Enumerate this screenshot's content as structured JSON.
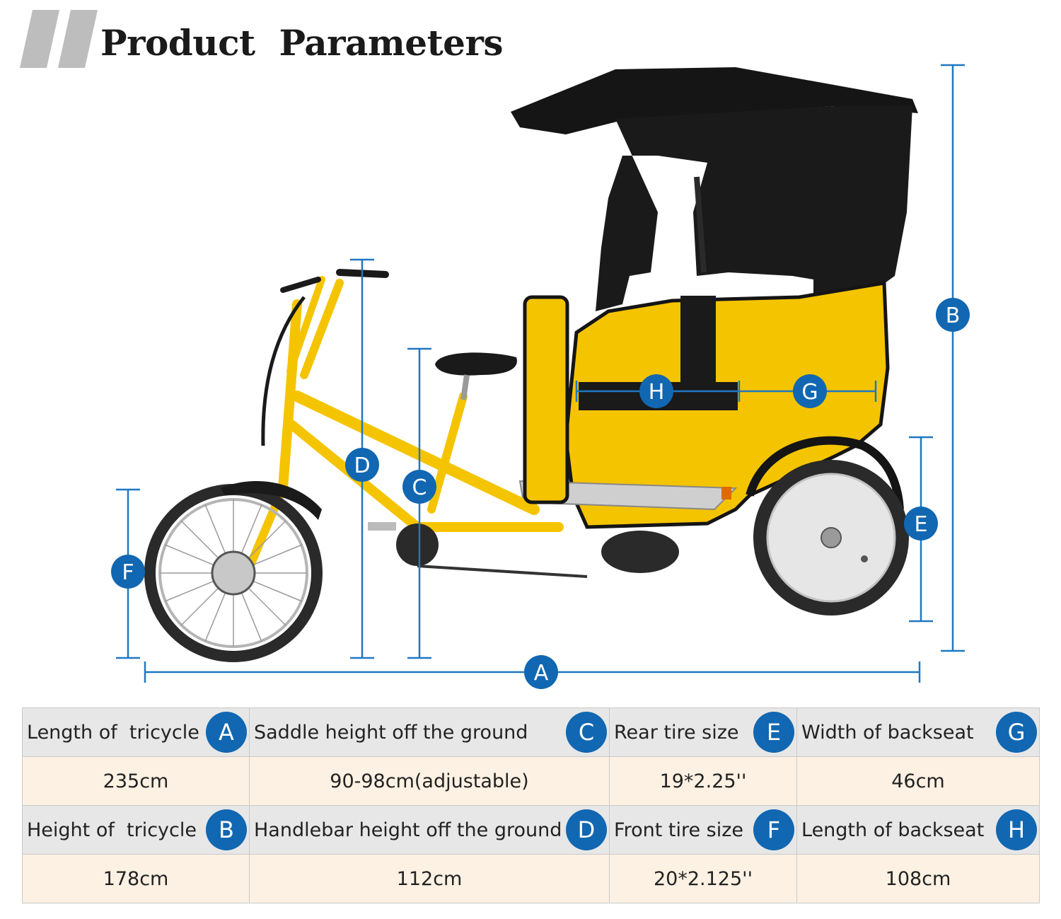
{
  "header": {
    "title": "Product  Parameters"
  },
  "colors": {
    "accent": "#1167b1",
    "dimension_line": "#1e78c2",
    "header_row": "#e7e7e7",
    "value_row": "#fdf1e3",
    "frame_yellow": "#f5c400",
    "canopy": "#151515"
  },
  "diagram": {
    "labels": {
      "A": "A",
      "B": "B",
      "C": "C",
      "D": "D",
      "E": "E",
      "F": "F",
      "G": "G",
      "H": "H"
    }
  },
  "table": {
    "rows": [
      [
        {
          "label": "Length of  tricycle",
          "badge": "A"
        },
        {
          "label": "Saddle height off the ground",
          "badge": "C"
        },
        {
          "label": "Rear tire size",
          "badge": "E"
        },
        {
          "label": "Width of backseat",
          "badge": "G"
        }
      ],
      [
        "235cm",
        "90-98cm(adjustable)",
        "19*2.25''",
        "46cm"
      ],
      [
        {
          "label": "Height of  tricycle",
          "badge": "B"
        },
        {
          "label": "Handlebar height off the ground",
          "badge": "D"
        },
        {
          "label": "Front tire size",
          "badge": "F"
        },
        {
          "label": "Length of backseat",
          "badge": "H"
        }
      ],
      [
        "178cm",
        "112cm",
        "20*2.125''",
        "108cm"
      ]
    ]
  }
}
